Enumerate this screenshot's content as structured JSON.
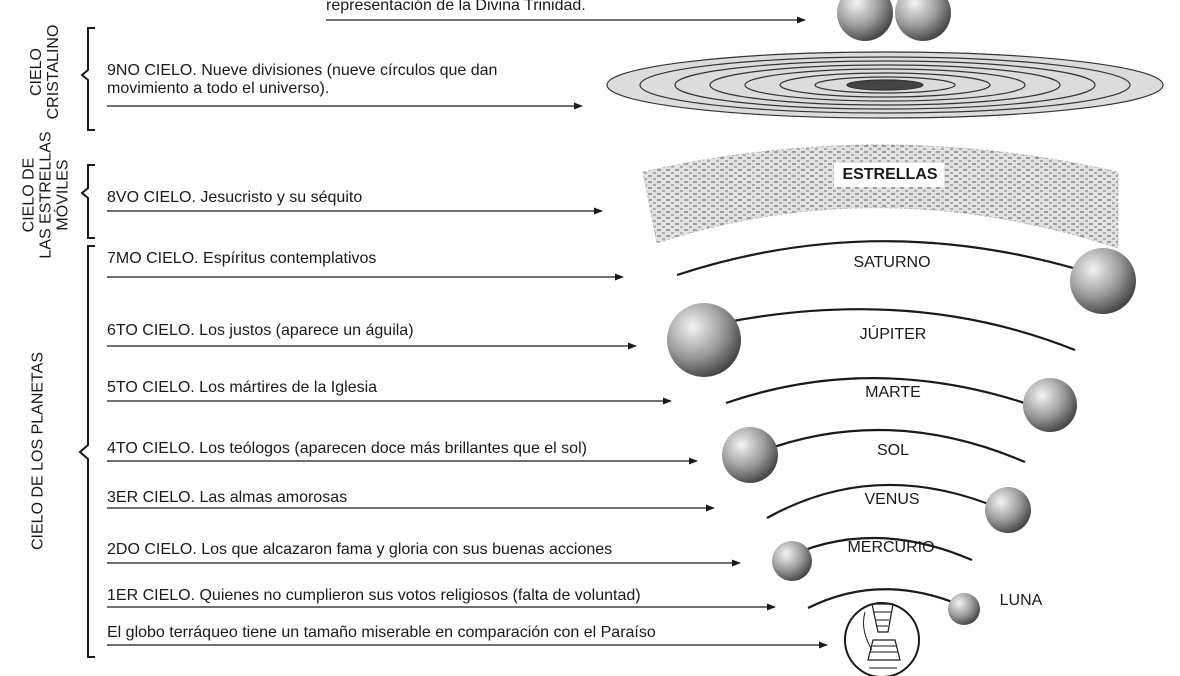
{
  "top_caption": "representación de la Divina Trinidad.",
  "groups": [
    {
      "lines": [
        "CIELO",
        "CRISTALINO"
      ]
    },
    {
      "lines": [
        "CIELO DE",
        "LAS ESTRELLAS",
        "MÓVILES"
      ]
    },
    {
      "lines": [
        "CIELO DE LOS PLANETAS"
      ]
    }
  ],
  "heavens": [
    {
      "text": "9NO CIELO. Nueve divisiones (nueve círculos que dan movimiento a todo el universo)."
    },
    {
      "text": "8VO CIELO. Jesucristo y su séquito"
    },
    {
      "text": "7MO CIELO. Espíritus contemplativos"
    },
    {
      "text": "6TO CIELO. Los justos (aparece un águila)"
    },
    {
      "text": "5TO CIELO. Los mártires de la Iglesia"
    },
    {
      "text": "4TO CIELO. Los teólogos (aparecen doce más brillantes que el sol)"
    },
    {
      "text": "3ER CIELO. Las almas amorosas"
    },
    {
      "text": "2DO CIELO. Los que alcazaron fama y gloria con sus buenas acciones"
    },
    {
      "text": "1ER CIELO. Quienes no cumplieron sus votos religiosos (falta de voluntad)"
    },
    {
      "text": "El globo terráqueo tiene un tamaño miserable en comparación con el Paraíso"
    }
  ],
  "spheres": [
    {
      "name": "ESTRELLAS"
    },
    {
      "name": "SATURNO"
    },
    {
      "name": "JÚPITER"
    },
    {
      "name": "MARTE"
    },
    {
      "name": "SOL"
    },
    {
      "name": "VENUS"
    },
    {
      "name": "MERCURIO"
    },
    {
      "name": "LUNA"
    }
  ],
  "colors": {
    "ink": "#1a1a1a",
    "sphere_light": "#f4f4f4",
    "sphere_dark": "#3a3a3a"
  }
}
